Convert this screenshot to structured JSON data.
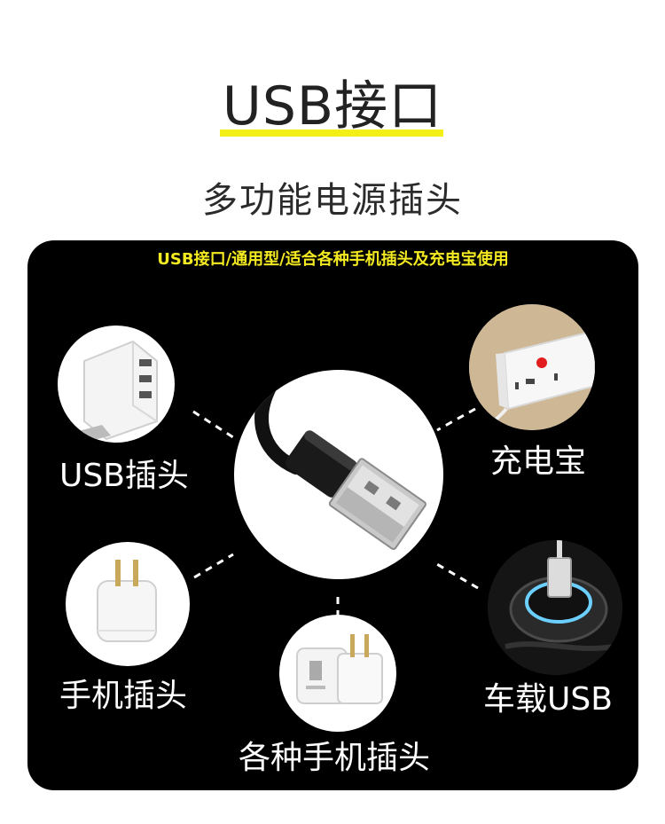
{
  "header": {
    "title": "USB接口",
    "subtitle": "多功能电源插头"
  },
  "panel": {
    "caption": "USB接口/通用型/适合各种手机插头及充电宝使用",
    "center": {
      "icon": "usb-cable-icon"
    },
    "items": [
      {
        "label": "USB插头",
        "icon": "usb-adapter-icon"
      },
      {
        "label": "充电宝",
        "icon": "power-bank-icon"
      },
      {
        "label": "手机插头",
        "icon": "phone-charger-icon"
      },
      {
        "label": "车载USB",
        "icon": "car-usb-icon"
      },
      {
        "label": "各种手机插头",
        "icon": "various-chargers-icon"
      }
    ]
  },
  "colors": {
    "accent_yellow": "#f5ef18",
    "caption_yellow": "#f3ea21",
    "panel_bg": "#000000",
    "label_text": "#ffffff"
  }
}
